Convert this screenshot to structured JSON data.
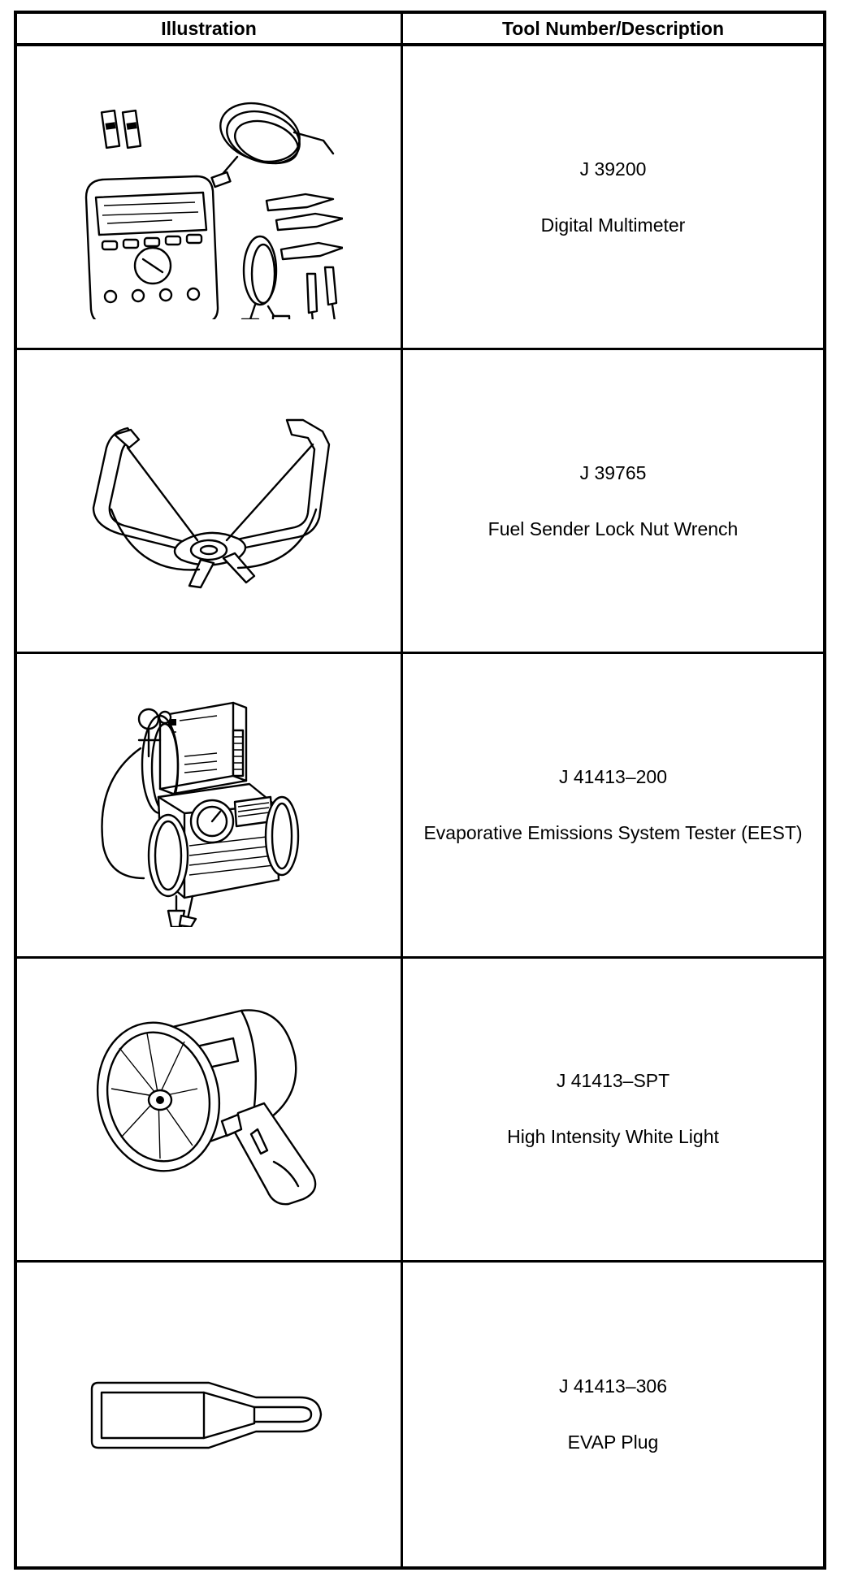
{
  "table": {
    "headers": {
      "illustration": "Illustration",
      "tool": "Tool Number/Description"
    },
    "rows": [
      {
        "number": "J 39200",
        "description": "Digital Multimeter",
        "icon": "digital-multimeter-illustration"
      },
      {
        "number": "J 39765",
        "description": "Fuel Sender Lock Nut Wrench",
        "icon": "lock-nut-wrench-illustration"
      },
      {
        "number": "J 41413–200",
        "description": "Evaporative Emissions System Tester (EEST)",
        "icon": "emissions-tester-illustration"
      },
      {
        "number": "J 41413–SPT",
        "description": "High Intensity White Light",
        "icon": "white-light-illustration"
      },
      {
        "number": "J 41413–306",
        "description": "EVAP Plug",
        "icon": "evap-plug-illustration"
      }
    ]
  }
}
